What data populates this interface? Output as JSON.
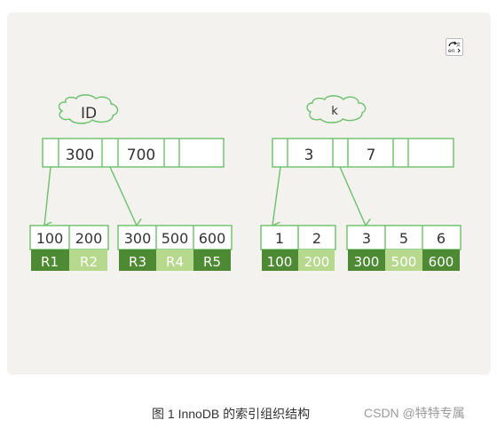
{
  "colors": {
    "node_border": "#6cc06a",
    "arrow": "#6cc06a",
    "cloud": "#6cc06a",
    "dark_green": "#4d8a33",
    "light_green": "#b7d98d",
    "panel_bg": "#f3f2ef"
  },
  "translate_icon": "translate-en-icon",
  "trees": [
    {
      "name": "ID",
      "root_keys": [
        "300",
        "700"
      ],
      "leaves": [
        {
          "keys": [
            "100",
            "200"
          ],
          "values": [
            "R1",
            "R2"
          ]
        },
        {
          "keys": [
            "300",
            "500",
            "600"
          ],
          "values": [
            "R3",
            "R4",
            "R5"
          ]
        }
      ]
    },
    {
      "name": "k",
      "root_keys": [
        "3",
        "7"
      ],
      "leaves": [
        {
          "keys": [
            "1",
            "2"
          ],
          "values": [
            "100",
            "200"
          ]
        },
        {
          "keys": [
            "3",
            "5",
            "6"
          ],
          "values": [
            "300",
            "500",
            "600"
          ]
        }
      ]
    }
  ],
  "caption": "图 1 InnoDB 的索引组织结构",
  "watermark": "CSDN @特特专属"
}
